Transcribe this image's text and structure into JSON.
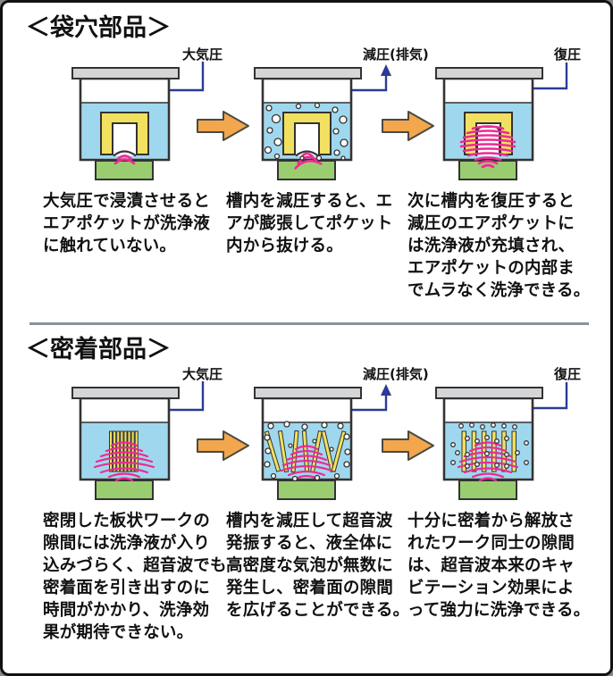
{
  "labels": {
    "atmospheric": "大気圧",
    "vacuum": "減圧(排気)",
    "repressure": "復圧"
  },
  "sections": [
    {
      "title": "＜袋穴部品＞",
      "captions": [
        "大気圧で浸漬させると\nエアポケットが洗浄液\nに触れていない。",
        "槽内を減圧すると、エ\nアが膨張してポケット\n内から抜ける。",
        "次に槽内を復圧すると\n減圧のエアポケットに\nは洗浄液が充填され、\nエアポケットの内部ま\nでムラなく洗浄できる。"
      ]
    },
    {
      "title": "＜密着部品＞",
      "captions": [
        "密閉した板状ワークの\n隙間には洗浄液が入り\n込みづらく、超音波でも\n密着面を引き出すのに\n時間がかかり、洗浄効\n果が期待できない。",
        "槽内を減圧して超音波\n発振すると、液全体に\n高密度な気泡が無数に\n発生し、密着面の隙間\nを広げることができる。",
        "十分に密着から解放さ\nれたワーク同士の隙間\nは、超音波本来のキャ\nビテーション効果によ\nって強力に洗浄できる。"
      ]
    }
  ],
  "colors": {
    "liquid": "#9FD8EE",
    "workpiece": "#F2E060",
    "transducer_base": "#9ACD70",
    "ultrasonic_wave": "#EE2A94",
    "process_arrow": "#F2A64E",
    "label_line": "#2B3A99",
    "lid": "#D3D5D7",
    "outline": "#333333",
    "divider": "#8A9299"
  }
}
